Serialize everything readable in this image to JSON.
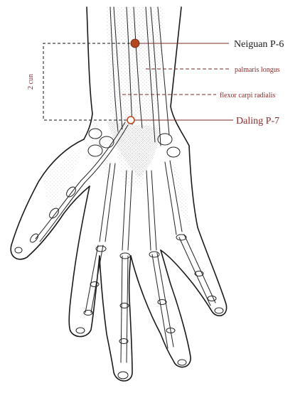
{
  "labels": {
    "neiguan": "Neiguan P-6",
    "daling": "Daling P-7",
    "palmaris_longus": "palmaris longus",
    "flexor_carpi_radialis": "flexor carpi radialis",
    "measurement": "2 cun"
  },
  "colors": {
    "point_fill": "#b3471f",
    "label_text": "#8a2d2d",
    "leader_line": "#7a2a2a",
    "outline": "#1a1a1a",
    "stipple": "#6e6e6e"
  }
}
